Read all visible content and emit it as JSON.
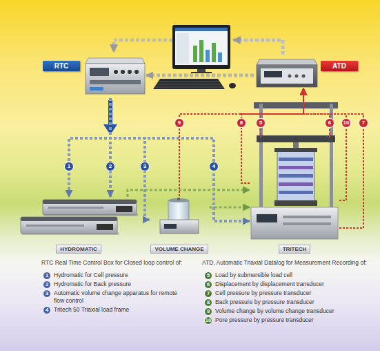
{
  "diagram": {
    "nodes": [
      {
        "text": [
          "RTC"
        ]
      },
      {
        "text": [
          "ATD"
        ]
      },
      {
        "text": [
          "HYDROMATIC"
        ]
      },
      {
        "text": [
          "VOLUME CHANGE"
        ]
      },
      {
        "text": [
          "TRITECH"
        ]
      }
    ],
    "edges": [
      {
        "from": 0,
        "to": 2,
        "label": "1",
        "arrow": "to"
      },
      {
        "from": 0,
        "to": 2,
        "label": "2",
        "arrow": "to"
      },
      {
        "from": 0,
        "to": 3,
        "label": "3",
        "arrow": "to"
      },
      {
        "from": 0,
        "to": 4,
        "label": "4",
        "arrow": "to"
      },
      {
        "from": 4,
        "to": 1,
        "label": "8",
        "arrow": "to"
      },
      {
        "from": 3,
        "to": 1,
        "label": "9",
        "arrow": "to"
      },
      {
        "from": 4,
        "to": 1,
        "label": "5",
        "arrow": "to"
      },
      {
        "from": 4,
        "to": 1,
        "label": "6",
        "arrow": "to"
      },
      {
        "from": 4,
        "to": 1,
        "label": "10",
        "arrow": "to"
      },
      {
        "from": 4,
        "to": 1,
        "label": "7",
        "arrow": "to"
      },
      {
        "from": 1,
        "to": 0,
        "arrow": "to"
      },
      {
        "from": 2,
        "to": 4,
        "arrow": "to"
      },
      {
        "from": 3,
        "to": 4,
        "arrow": "to"
      }
    ],
    "labels": [
      "RTC Real Time Control Box for Closed loop control of:",
      "1",
      "2",
      "3",
      "4",
      "ATD, Automatic Triaxial Datalog for Measurement Recording of:",
      "5",
      "6",
      "7",
      "8",
      "9",
      "10"
    ],
    "legend": [
      {
        "text": "Hydromatic for Cell pressure"
      },
      {
        "text": "Hydromatic for Back pressure"
      },
      {
        "text": "Automatic volume change apparatus for remote flow control"
      },
      {
        "text": "Tritech 50 Triaxial load frame"
      },
      {
        "text": "Load by submersible load cell"
      },
      {
        "text": "Displacement by displacement transducer"
      },
      {
        "text": "Cell pressure by pressure transducer"
      },
      {
        "text": "Back pressure by pressure transducer"
      },
      {
        "text": "Volume change by volume change transducer"
      },
      {
        "text": "Pore pressure by pressure transducer"
      }
    ]
  }
}
